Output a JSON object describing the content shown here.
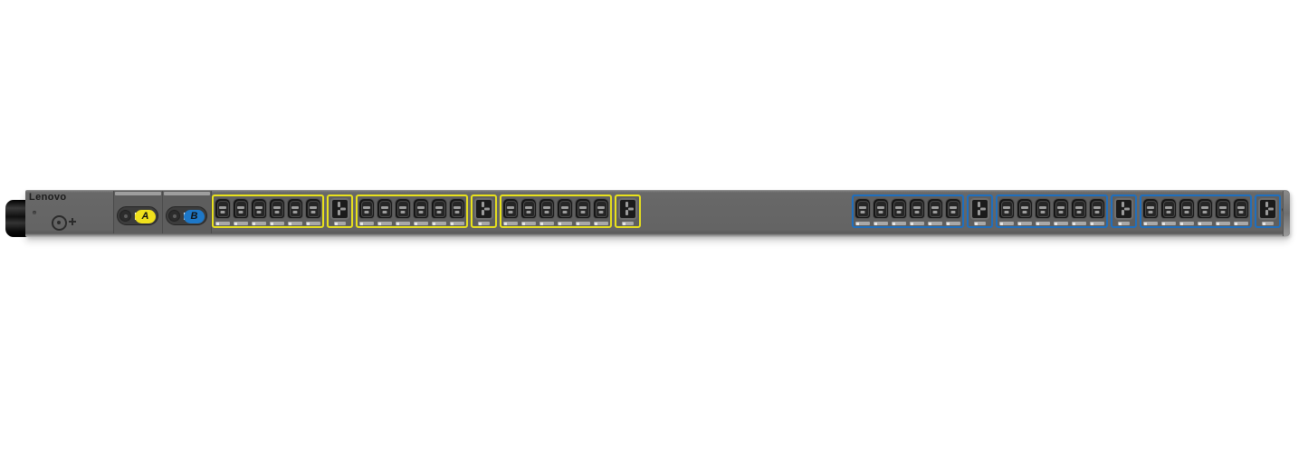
{
  "device": {
    "brand": "Lenovo",
    "kind": "0U rack PDU illustration"
  },
  "pdu": {
    "breakers": [
      {
        "label": "A",
        "color": "#f0e11c"
      },
      {
        "label": "B",
        "color": "#1e78c8"
      }
    ],
    "banks": [
      {
        "id": "A",
        "outline_color": "#e8e11c",
        "groups": 3,
        "c13_per_group": 6,
        "c19_per_group": 1
      },
      {
        "id": "B",
        "outline_color": "#1f6fbe",
        "groups": 3,
        "c13_per_group": 6,
        "c19_per_group": 1
      }
    ],
    "icons": [
      "ground-icon",
      "mounting-hole-icon",
      "screw-hole-icon",
      "power-cord-gland-icon"
    ],
    "colors": {
      "body": "#646464",
      "outlet_face": "#1b1b1b",
      "bank_a_outline": "#e8e11c",
      "bank_b_outline": "#1f6fbe"
    }
  }
}
